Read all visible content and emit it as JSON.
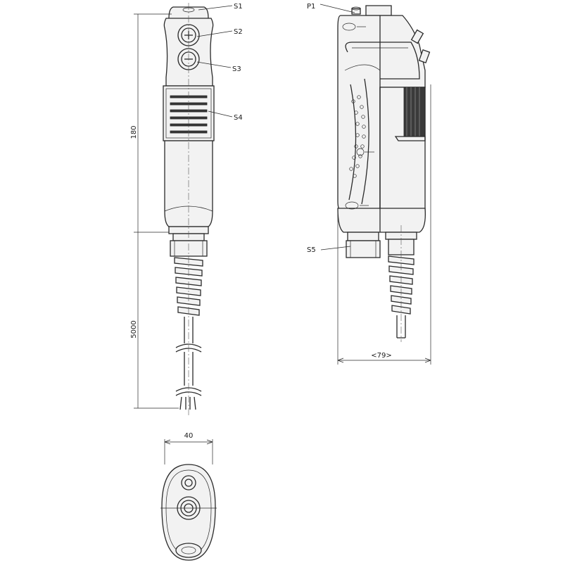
{
  "labels": {
    "s1": "S1",
    "s2": "S2",
    "s3": "S3",
    "s4": "S4",
    "s5": "S5",
    "p1": "P1"
  },
  "dimensions": {
    "height_body": "180",
    "length_cable": "5000",
    "width_top": "40",
    "depth_side": "<79>"
  },
  "colors": {
    "line": "#2a2a2a",
    "fill": "#f2f2f2",
    "grip": "#3a3a3a"
  }
}
